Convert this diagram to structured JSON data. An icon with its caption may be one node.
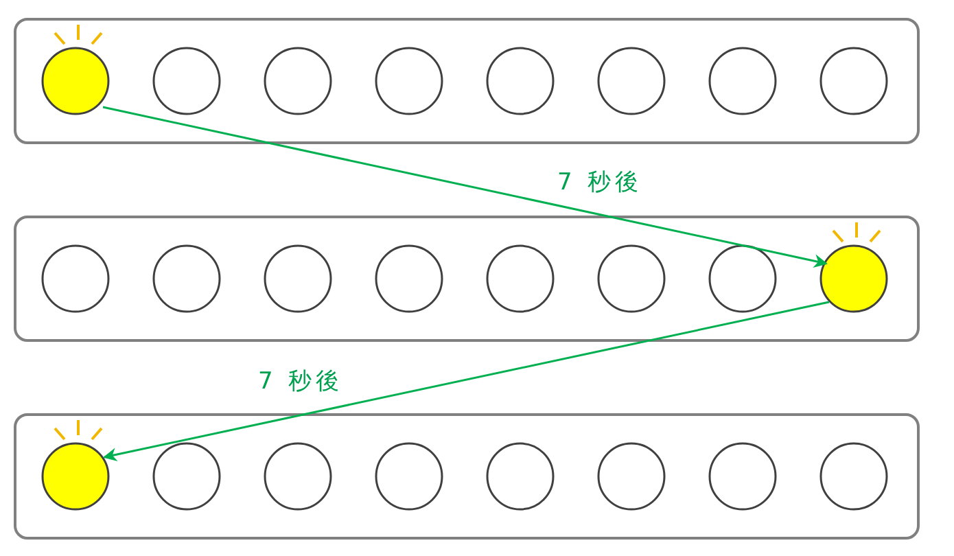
{
  "diagram": {
    "nodes": [
      {
        "text": [],
        "shape": "box"
      },
      {
        "text": [],
        "shape": "circle",
        "in": 0
      },
      {
        "text": [],
        "shape": "circle",
        "in": 0
      },
      {
        "text": [],
        "shape": "circle",
        "in": 0
      },
      {
        "text": [],
        "shape": "circle",
        "in": 0
      },
      {
        "text": [],
        "shape": "circle",
        "in": 0
      },
      {
        "text": [],
        "shape": "circle",
        "in": 0
      },
      {
        "text": [],
        "shape": "circle",
        "in": 0
      },
      {
        "text": [],
        "shape": "circle",
        "in": 0
      },
      {
        "text": [],
        "shape": "box"
      },
      {
        "text": [],
        "shape": "circle",
        "in": 9
      },
      {
        "text": [],
        "shape": "circle",
        "in": 9
      },
      {
        "text": [],
        "shape": "circle",
        "in": 9
      },
      {
        "text": [],
        "shape": "circle",
        "in": 9
      },
      {
        "text": [],
        "shape": "circle",
        "in": 9
      },
      {
        "text": [],
        "shape": "circle",
        "in": 9
      },
      {
        "text": [],
        "shape": "circle",
        "in": 9
      },
      {
        "text": [],
        "shape": "circle",
        "in": 9
      },
      {
        "text": [],
        "shape": "box"
      },
      {
        "text": [],
        "shape": "circle",
        "in": 18
      },
      {
        "text": [],
        "shape": "circle",
        "in": 18
      },
      {
        "text": [],
        "shape": "circle",
        "in": 18
      },
      {
        "text": [],
        "shape": "circle",
        "in": 18
      },
      {
        "text": [],
        "shape": "circle",
        "in": 18
      },
      {
        "text": [],
        "shape": "circle",
        "in": 18
      },
      {
        "text": [],
        "shape": "circle",
        "in": 18
      },
      {
        "text": [],
        "shape": "circle",
        "in": 18
      }
    ],
    "edges": [
      {
        "from": 1,
        "to": 17,
        "arrow": "to",
        "label": "7 秒後"
      },
      {
        "from": 17,
        "to": 19,
        "arrow": "to",
        "label": "7 秒後"
      }
    ]
  }
}
